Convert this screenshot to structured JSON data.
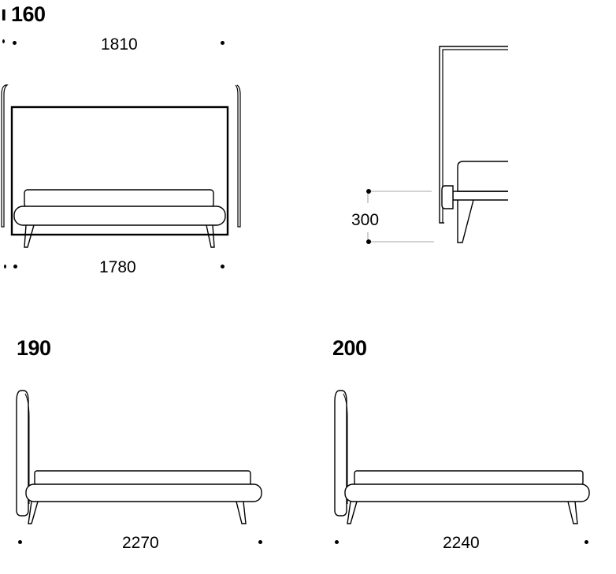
{
  "sizes": {
    "front": "160",
    "side_a": "190",
    "side_b": "200"
  },
  "dimensions": {
    "headboard_width": "1810",
    "frame_width": "1780",
    "leg_height": "300",
    "length_a": "2270",
    "length_b": "2240"
  },
  "colors": {
    "line": "#000000",
    "guide": "#888888",
    "background": "#ffffff"
  }
}
